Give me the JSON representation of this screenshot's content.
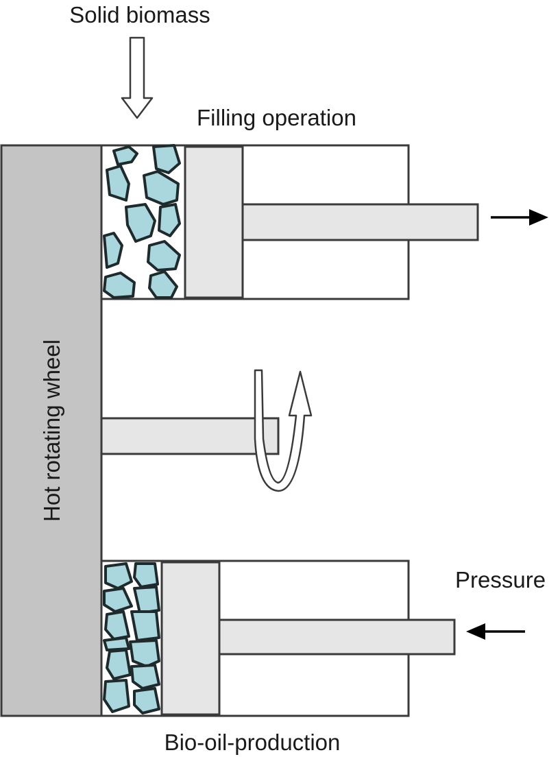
{
  "labels": {
    "solid_biomass": "Solid biomass",
    "filling_operation": "Filling operation",
    "hot_rotating_wheel": "Hot rotating wheel",
    "pressure": "Pressure",
    "bio_oil_production": "Bio-oil-production"
  },
  "colors": {
    "wheel": "#c4c4c4",
    "piston": "#e6e6e6",
    "biomass_particle": "#a9d7dd",
    "outline": "#3a3a3a"
  },
  "icons": {
    "feed_arrow": "hollow-down-arrow-icon",
    "retract_arrow": "right-arrow-icon",
    "rotation_arrow": "curved-rotation-arrow-icon",
    "pressure_arrow": "left-arrow-icon"
  }
}
